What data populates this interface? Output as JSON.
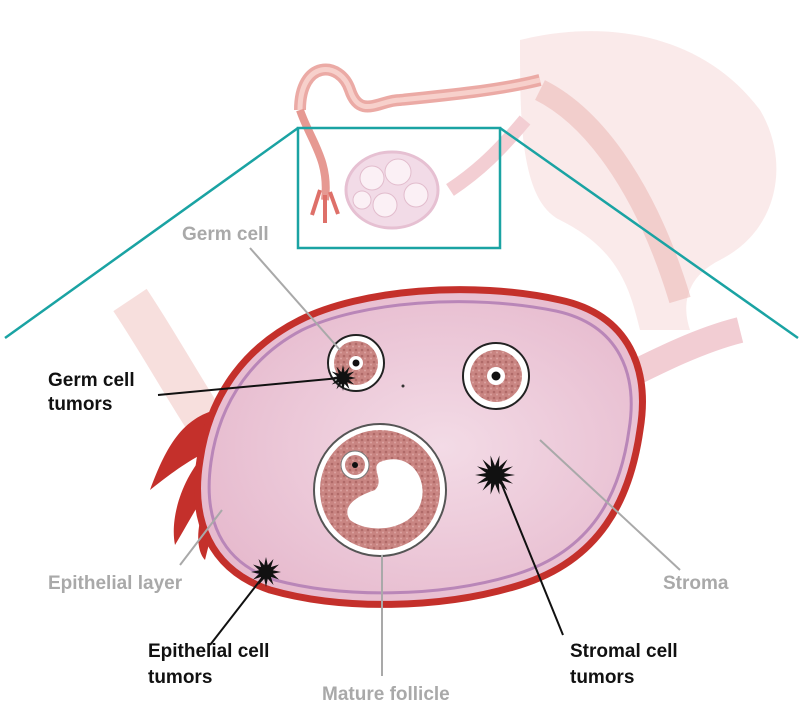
{
  "labels": {
    "germ_cell": "Germ cell",
    "germ_cell_tumors": [
      "Germ cell",
      "tumors"
    ],
    "epithelial_layer": "Epithelial layer",
    "epithelial_cell_tumors": [
      "Epithelial cell",
      "tumors"
    ],
    "mature_follicle": "Mature follicle",
    "stromal_cell_tumors": [
      "Stromal cell",
      "tumors"
    ],
    "stroma": "Stroma"
  },
  "colors": {
    "zoom_frame": "#1aa3a3",
    "ovary_border": "#c4302b",
    "ovary_fill": "#edc9d9",
    "tumor": "#111111",
    "label_gray": "#a9a9a9"
  }
}
